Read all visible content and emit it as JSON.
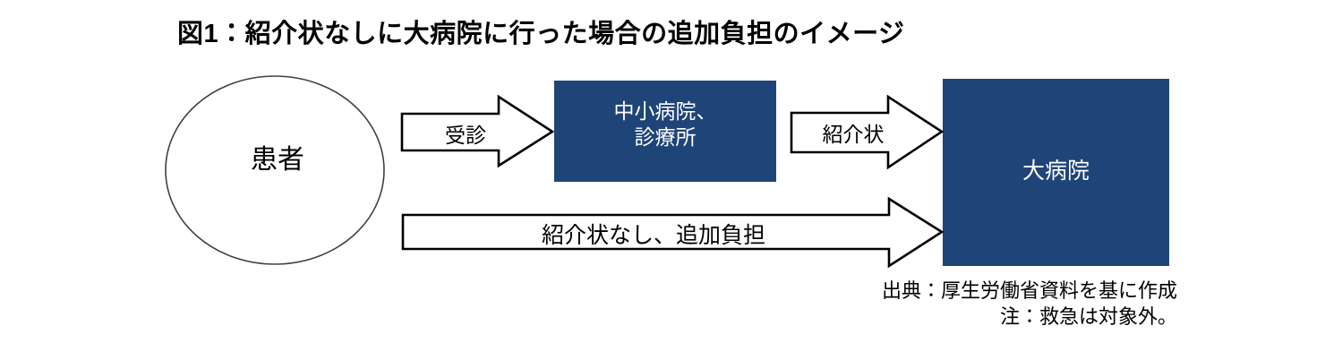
{
  "figure": {
    "title": "図1：紹介状なしに大病院に行った場合の追加負担のイメージ"
  },
  "nodes": {
    "patient": {
      "label": "患者",
      "shape": "ellipse",
      "fill": "#ffffff",
      "stroke": "#404040"
    },
    "clinic": {
      "label_line1": "中小病院、",
      "label_line2": "診療所",
      "shape": "rectangle",
      "fill": "#1F4478",
      "text_color": "#ffffff"
    },
    "big_hospital": {
      "label": "大病院",
      "shape": "rectangle",
      "fill": "#1F4478",
      "text_color": "#ffffff"
    }
  },
  "arrows": [
    {
      "id": "consult",
      "label": "受診",
      "from": "patient",
      "to": "clinic",
      "fill": "#ffffff",
      "stroke": "#000000"
    },
    {
      "id": "referral",
      "label": "紹介状",
      "from": "clinic",
      "to": "big_hospital",
      "fill": "#ffffff",
      "stroke": "#000000"
    },
    {
      "id": "no-referral",
      "label": "紹介状なし、追加負担",
      "from": "patient",
      "to": "big_hospital",
      "fill": "#ffffff",
      "stroke": "#000000"
    }
  ],
  "footer": {
    "source": "出典：厚生労働省資料を基に作成",
    "note": "注：救急は対象外。"
  },
  "colors": {
    "brand_blue": "#1F4478",
    "outline": "#000000",
    "ellipse_outline": "#404040",
    "background": "#ffffff"
  }
}
